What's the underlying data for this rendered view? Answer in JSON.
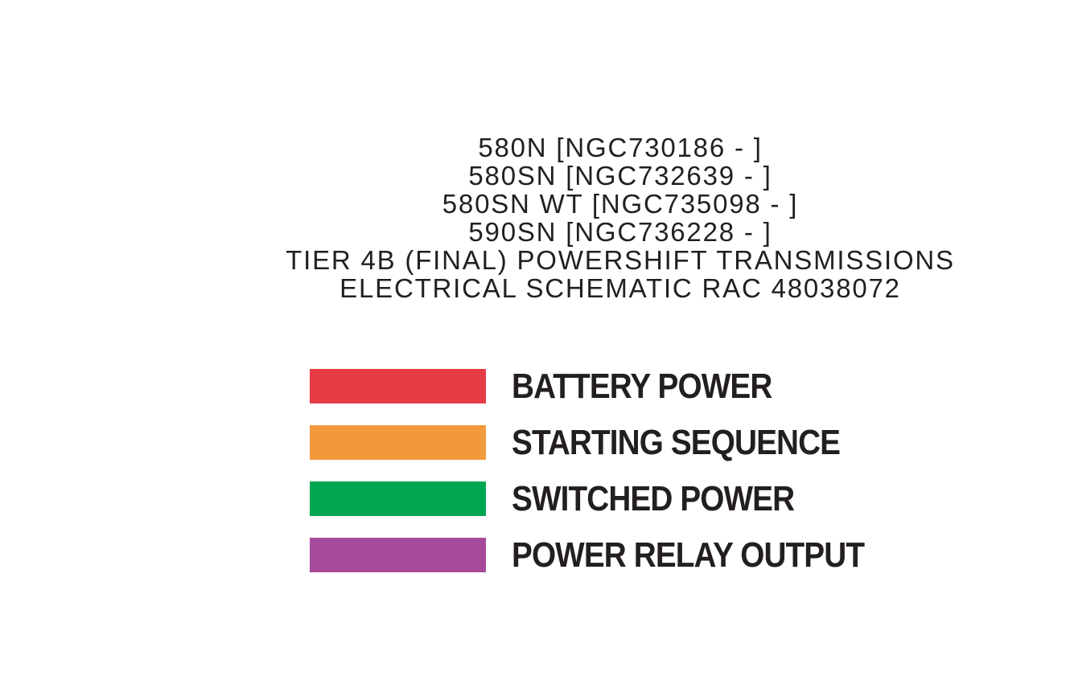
{
  "page": {
    "background": "#ffffff",
    "text_color": "#231F20"
  },
  "title": {
    "lines": [
      "580N [NGC730186 - ]",
      "580SN [NGC732639 - ]",
      "580SN WT [NGC735098 - ]",
      "590SN [NGC736228 - ]",
      "TIER 4B (FINAL) POWERSHIFT TRANSMISSIONS",
      "ELECTRICAL SCHEMATIC RAC 48038072"
    ]
  },
  "legend": {
    "items": [
      {
        "name": "battery-power",
        "label": "BATTERY POWER",
        "color": "#E53B45"
      },
      {
        "name": "starting-sequence",
        "label": "STARTING SEQUENCE",
        "color": "#F2993B"
      },
      {
        "name": "switched-power",
        "label": "SWITCHED POWER",
        "color": "#00A651"
      },
      {
        "name": "power-relay-output",
        "label": "POWER RELAY OUTPUT",
        "color": "#A64A9B"
      }
    ]
  }
}
